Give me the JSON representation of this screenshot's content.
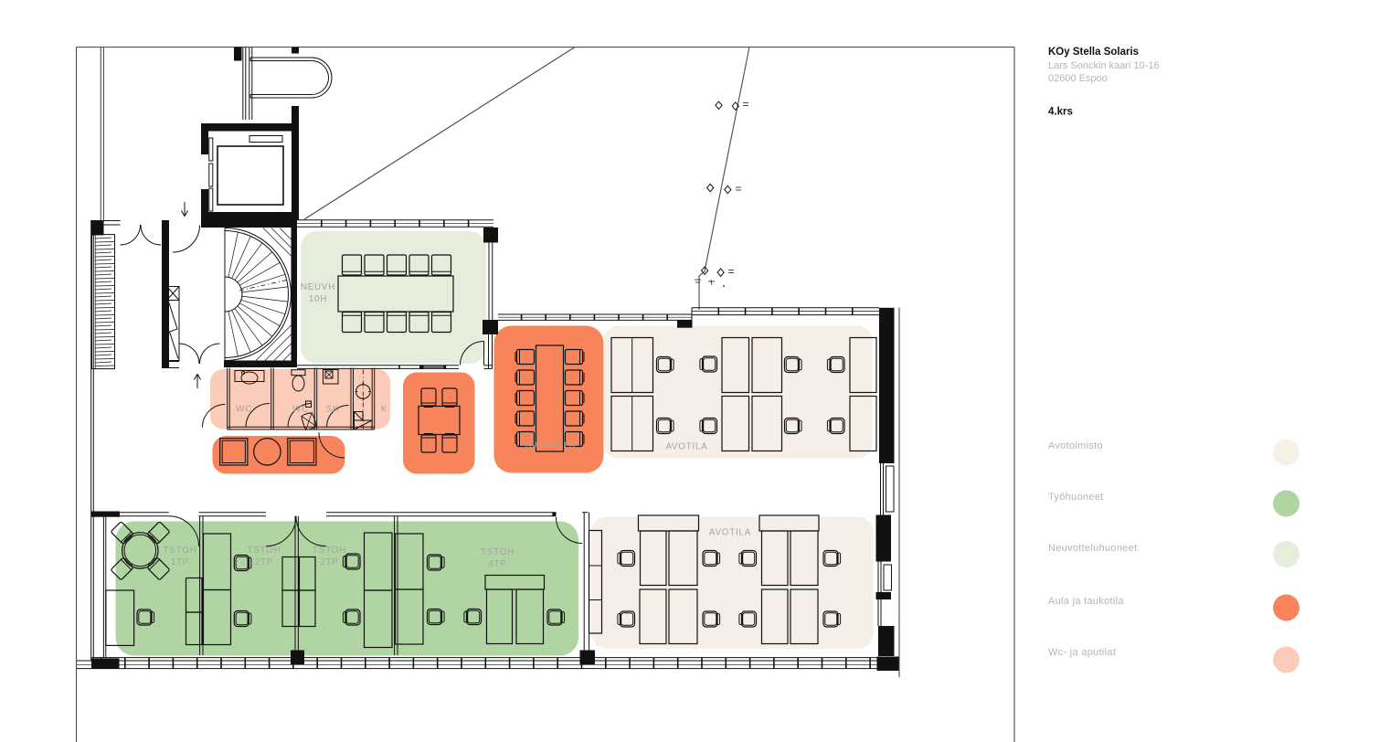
{
  "title_block": {
    "building": "KOy Stella Solaris",
    "address_line1": "Lars Sonckin kaari 10-16",
    "address_line2": "02600 Espoo",
    "floor": "4.krs"
  },
  "legend": {
    "items": [
      {
        "label": "Avotoimisto",
        "color": "#f7f0e9"
      },
      {
        "label": "Työhuoneet",
        "color": "#b0d5a3"
      },
      {
        "label": "Neuvotteluhuoneet",
        "color": "#e4eedb"
      },
      {
        "label": "Aula ja taukotila",
        "color": "#f8845c"
      },
      {
        "label": "Wc- ja aputilat",
        "color": "#fbccba"
      }
    ]
  },
  "plan": {
    "labels": {
      "meeting_room": "NEUVH",
      "meeting_room_cap": "10H",
      "wc1": "WC",
      "wc2": "WC",
      "sk": "SK",
      "k": "K",
      "break_room": "TAUKOTILA",
      "open_office_north": "AVOTILA",
      "open_office_south": "AVOTILA"
    },
    "rooms": [
      {
        "name": "TSTOH",
        "cap": "1TP"
      },
      {
        "name": "TSTOH",
        "cap": "2TP"
      },
      {
        "name": "TSTOH",
        "cap": "2TP"
      },
      {
        "name": "TSTOH",
        "cap": "4TP"
      }
    ]
  },
  "colors": {
    "beige": "#f6efe8",
    "green": "#b0d5a3",
    "palegreen": "#e4eedb",
    "orange": "#f8845c",
    "pink": "#fbccba",
    "ink": "#111111",
    "site": "#4a4a4a",
    "graytext": "#a3a3a3",
    "lightgray": "#b5b5b5"
  }
}
